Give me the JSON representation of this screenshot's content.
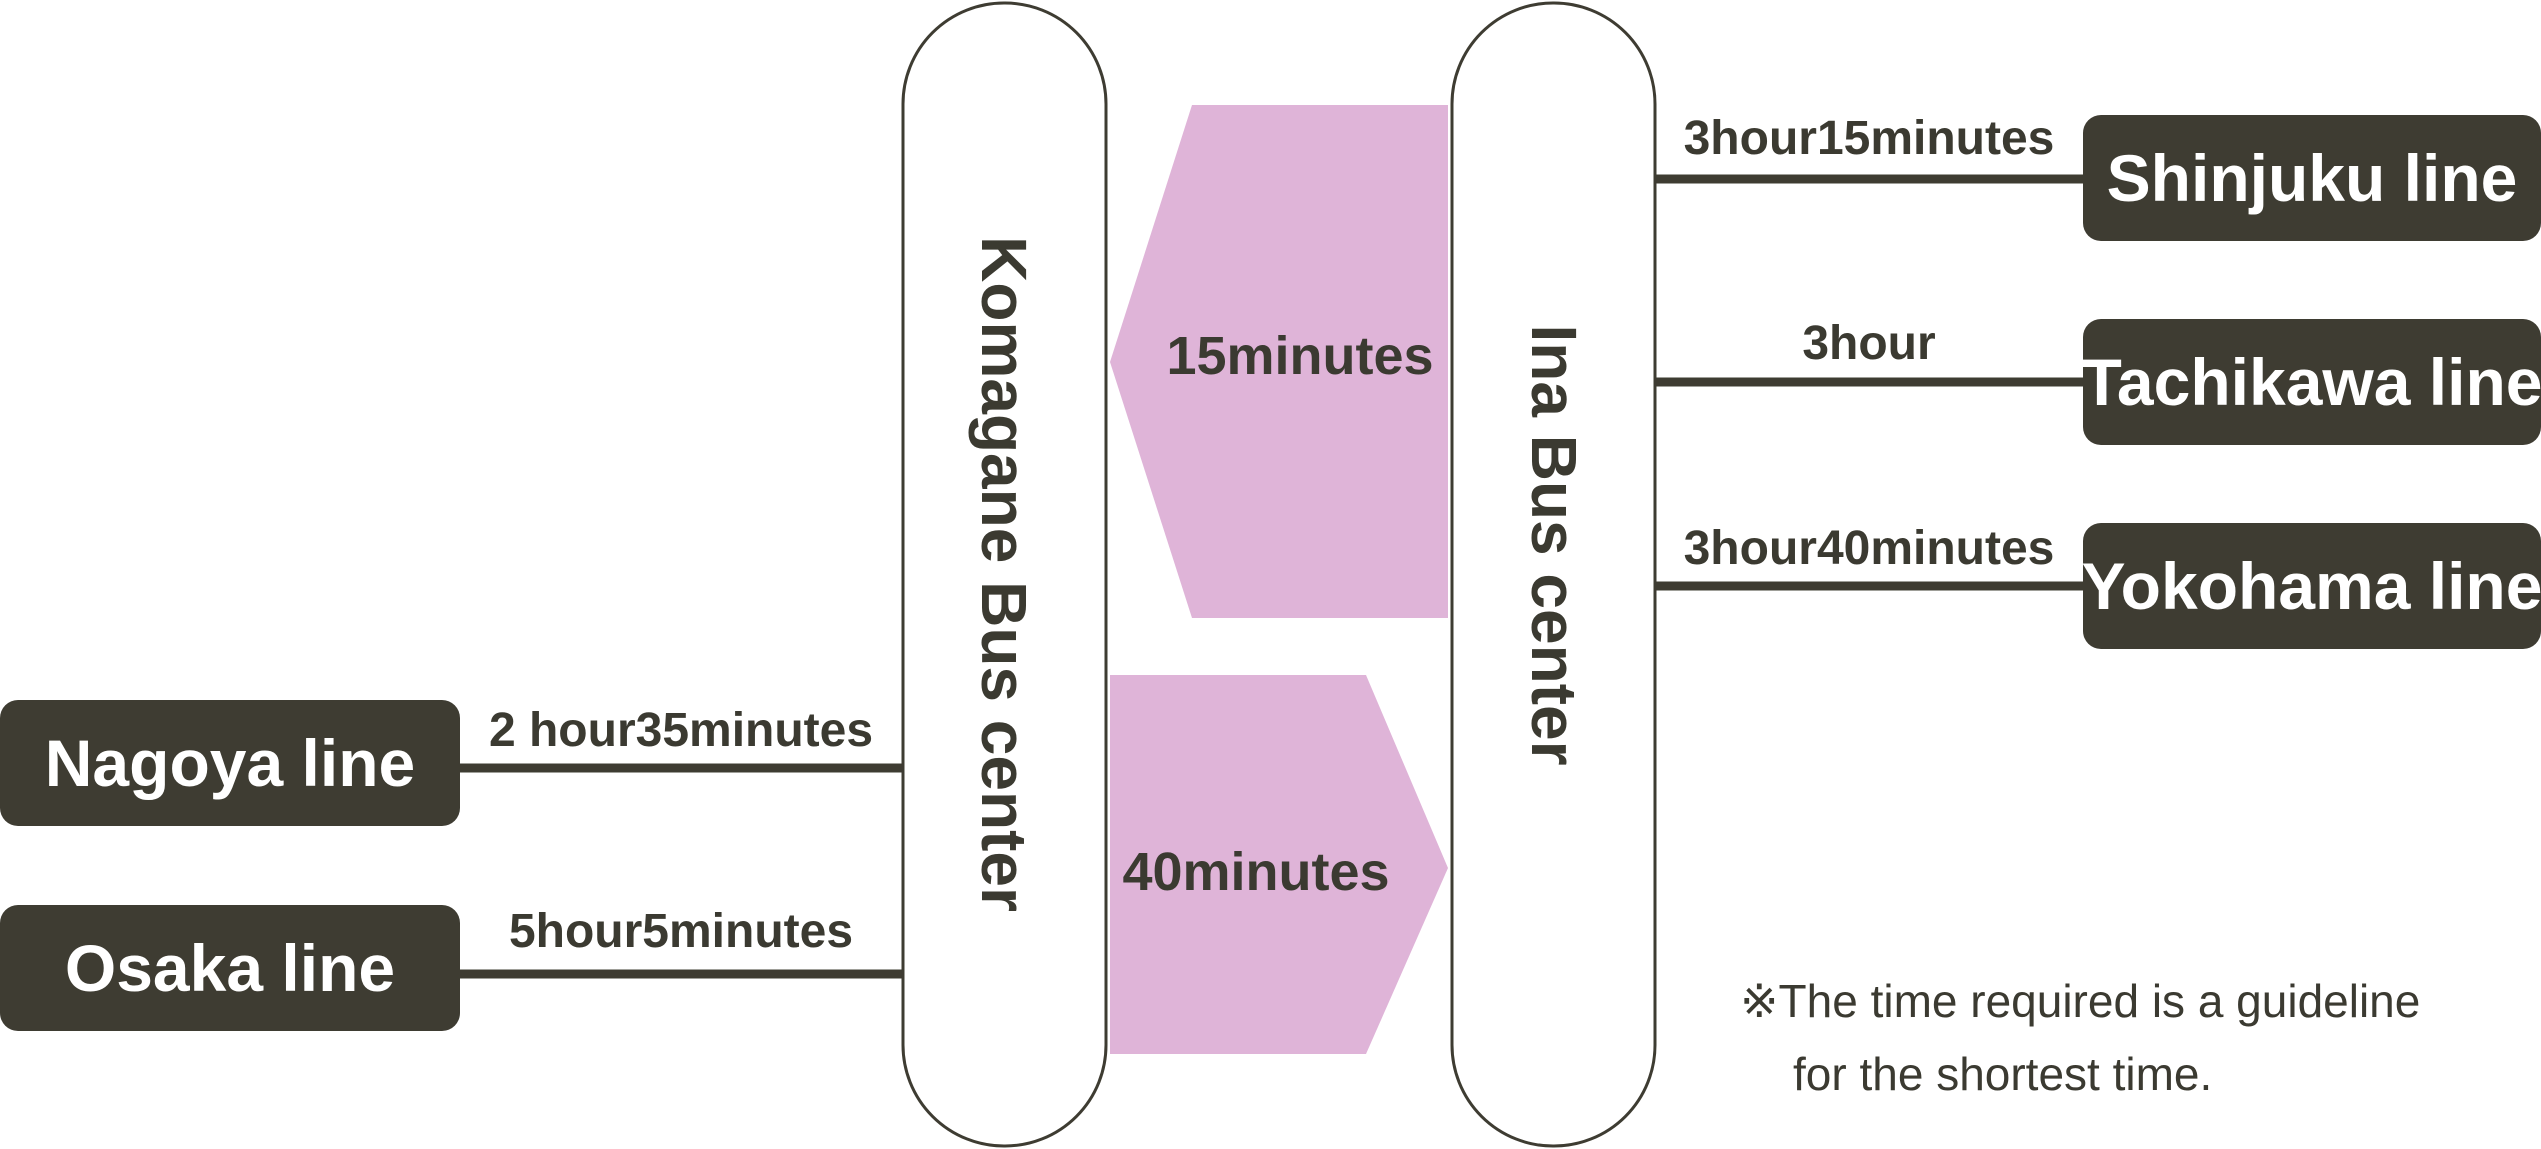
{
  "colors": {
    "box_fill": "#3e3c32",
    "connector": "#3e3c32",
    "arrow_fill": "#dfb4d8",
    "pill_stroke": "#3e3c32"
  },
  "centers": {
    "komagane": "Komagane Bus center",
    "ina": "Ina Bus center"
  },
  "transfers": {
    "ina_to_komagane": "15minutes",
    "komagane_to_ina": "40minutes"
  },
  "left_routes": [
    {
      "line": "Nagoya line",
      "time": "2 hour35minutes"
    },
    {
      "line": "Osaka line",
      "time": "5hour5minutes"
    }
  ],
  "right_routes": [
    {
      "line": "Shinjuku line",
      "time": "3hour15minutes"
    },
    {
      "line": "Tachikawa line",
      "time": "3hour"
    },
    {
      "line": "Yokohama line",
      "time": "3hour40minutes"
    }
  ],
  "note": {
    "line1": "※The time required is a guideline",
    "line2": "for the shortest time."
  }
}
